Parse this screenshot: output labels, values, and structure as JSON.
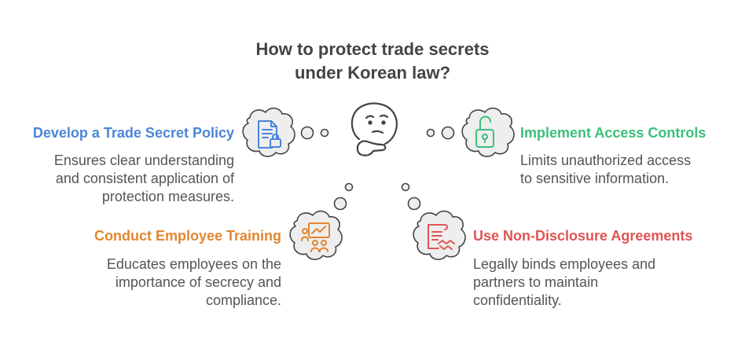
{
  "title": {
    "line1": "How to protect trade secrets",
    "line2": "under Korean law?"
  },
  "colors": {
    "policy": "#4a86d8",
    "access": "#3cbf7c",
    "training": "#e2862f",
    "nda": "#e05452",
    "cloud_fill": "#eeeeee",
    "cloud_stroke": "#444444"
  },
  "items": {
    "policy": {
      "heading": "Develop a Trade Secret Policy",
      "desc": [
        "Ensures clear understanding",
        "and consistent application of",
        "protection measures."
      ],
      "icon": "document-lock-icon"
    },
    "access": {
      "heading": "Implement Access Controls",
      "desc": [
        "Limits unauthorized access",
        "to sensitive information."
      ],
      "icon": "padlock-open-icon"
    },
    "training": {
      "heading": "Conduct Employee Training",
      "desc": [
        "Educates employees on the",
        "importance of secrecy and",
        "compliance."
      ],
      "icon": "training-presentation-icon"
    },
    "nda": {
      "heading": "Use Non-Disclosure Agreements",
      "desc": [
        "Legally binds employees and",
        "partners to maintain",
        "confidentiality."
      ],
      "icon": "agreement-handshake-icon"
    }
  },
  "center_icon": "thinking-face-icon"
}
